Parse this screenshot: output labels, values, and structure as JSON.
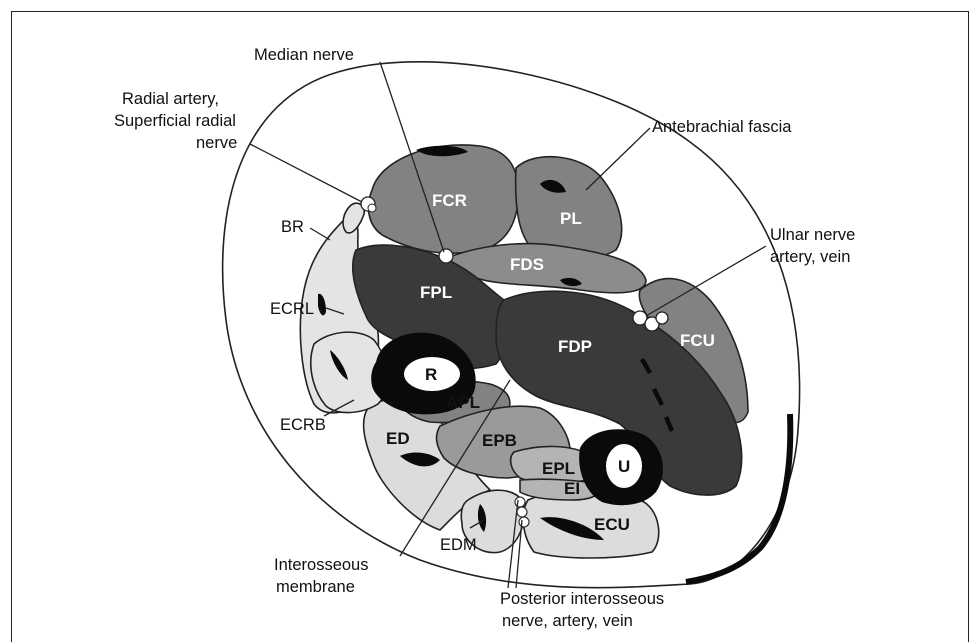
{
  "labels": {
    "median_nerve": "Median nerve",
    "radial_line1": "Radial artery,",
    "radial_line2": "Superficial radial",
    "radial_line3": "nerve",
    "antebrachial_fascia": "Antebrachial fascia",
    "ulnar_line1": "Ulnar nerve",
    "ulnar_line2": "artery, vein",
    "br": "BR",
    "ecrl": "ECRL",
    "ecrb": "ECRB",
    "edm": "EDM",
    "interosseous_line1": "Interosseous",
    "interosseous_line2": "membrane",
    "posterior_line1": "Posterior interosseous",
    "posterior_line2": "nerve, artery, vein"
  },
  "muscles": {
    "fcr": "FCR",
    "pl": "PL",
    "fds": "FDS",
    "fpl": "FPL",
    "fdp": "FDP",
    "fcu": "FCU",
    "r": "R",
    "apl": "APL",
    "epb": "EPB",
    "ed": "ED",
    "epl": "EPL",
    "ei": "EI",
    "u": "U",
    "ecu": "ECU"
  },
  "colors": {
    "dark_muscle": "#3a3a3a",
    "mid_muscle": "#828282",
    "light_muscle": "#b9b9b9",
    "pale_muscle": "#dcdcdc",
    "bone": "#0a0a0a"
  }
}
